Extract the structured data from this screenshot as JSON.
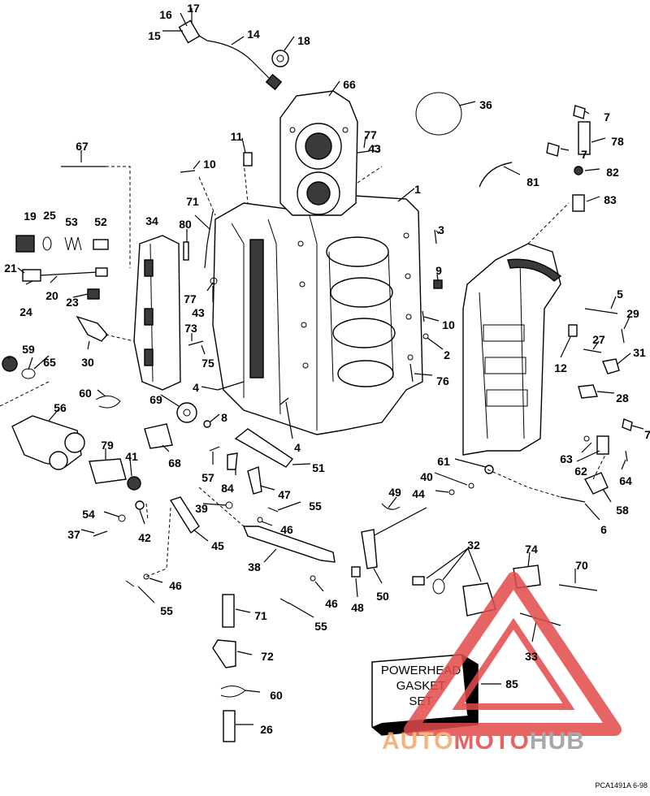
{
  "box": {
    "line1": "POWERHEAD",
    "line2": "GASKET",
    "line3": "SET",
    "ref": "85"
  },
  "watermark": {
    "part1": "AUTO",
    "part2": "MOTO",
    "part3": "HUB",
    "color_orange": "#f2a96a",
    "color_red": "#e24a4a",
    "color_gray": "#9a9a9a"
  },
  "footer_code": "PCA1491A 6-98",
  "callouts": [
    {
      "id": "c1",
      "text": "1"
    },
    {
      "id": "c2",
      "text": "2"
    },
    {
      "id": "c3",
      "text": "3"
    },
    {
      "id": "c4a",
      "text": "4"
    },
    {
      "id": "c4b",
      "text": "4"
    },
    {
      "id": "c5",
      "text": "5"
    },
    {
      "id": "c6",
      "text": "6"
    },
    {
      "id": "c7a",
      "text": "7"
    },
    {
      "id": "c7b",
      "text": "7"
    },
    {
      "id": "c7c",
      "text": "7"
    },
    {
      "id": "c8",
      "text": "8"
    },
    {
      "id": "c9",
      "text": "9"
    },
    {
      "id": "c10a",
      "text": "10"
    },
    {
      "id": "c10b",
      "text": "10"
    },
    {
      "id": "c11",
      "text": "11"
    },
    {
      "id": "c12",
      "text": "12"
    },
    {
      "id": "c14",
      "text": "14"
    },
    {
      "id": "c15",
      "text": "15"
    },
    {
      "id": "c16",
      "text": "16"
    },
    {
      "id": "c17",
      "text": "17"
    },
    {
      "id": "c18",
      "text": "18"
    },
    {
      "id": "c19",
      "text": "19"
    },
    {
      "id": "c20",
      "text": "20"
    },
    {
      "id": "c21",
      "text": "21"
    },
    {
      "id": "c23",
      "text": "23"
    },
    {
      "id": "c24",
      "text": "24"
    },
    {
      "id": "c25",
      "text": "25"
    },
    {
      "id": "c26",
      "text": "26"
    },
    {
      "id": "c27",
      "text": "27"
    },
    {
      "id": "c28",
      "text": "28"
    },
    {
      "id": "c29",
      "text": "29"
    },
    {
      "id": "c30",
      "text": "30"
    },
    {
      "id": "c31",
      "text": "31"
    },
    {
      "id": "c32",
      "text": "32"
    },
    {
      "id": "c33",
      "text": "33"
    },
    {
      "id": "c34",
      "text": "34"
    },
    {
      "id": "c36",
      "text": "36"
    },
    {
      "id": "c37",
      "text": "37"
    },
    {
      "id": "c38",
      "text": "38"
    },
    {
      "id": "c39",
      "text": "39"
    },
    {
      "id": "c40",
      "text": "40"
    },
    {
      "id": "c41",
      "text": "41"
    },
    {
      "id": "c42",
      "text": "42"
    },
    {
      "id": "c43a",
      "text": "43"
    },
    {
      "id": "c43b",
      "text": "43"
    },
    {
      "id": "c44",
      "text": "44"
    },
    {
      "id": "c45",
      "text": "45"
    },
    {
      "id": "c46a",
      "text": "46"
    },
    {
      "id": "c46b",
      "text": "46"
    },
    {
      "id": "c46c",
      "text": "46"
    },
    {
      "id": "c47",
      "text": "47"
    },
    {
      "id": "c48",
      "text": "48"
    },
    {
      "id": "c49",
      "text": "49"
    },
    {
      "id": "c50",
      "text": "50"
    },
    {
      "id": "c51",
      "text": "51"
    },
    {
      "id": "c52",
      "text": "52"
    },
    {
      "id": "c53",
      "text": "53"
    },
    {
      "id": "c54",
      "text": "54"
    },
    {
      "id": "c55a",
      "text": "55"
    },
    {
      "id": "c55b",
      "text": "55"
    },
    {
      "id": "c55c",
      "text": "55"
    },
    {
      "id": "c56",
      "text": "56"
    },
    {
      "id": "c57",
      "text": "57"
    },
    {
      "id": "c58",
      "text": "58"
    },
    {
      "id": "c59",
      "text": "59"
    },
    {
      "id": "c60a",
      "text": "60"
    },
    {
      "id": "c60b",
      "text": "60"
    },
    {
      "id": "c61",
      "text": "61"
    },
    {
      "id": "c62",
      "text": "62"
    },
    {
      "id": "c63",
      "text": "63"
    },
    {
      "id": "c64",
      "text": "64"
    },
    {
      "id": "c65",
      "text": "65"
    },
    {
      "id": "c66",
      "text": "66"
    },
    {
      "id": "c67",
      "text": "67"
    },
    {
      "id": "c68",
      "text": "68"
    },
    {
      "id": "c69",
      "text": "69"
    },
    {
      "id": "c70",
      "text": "70"
    },
    {
      "id": "c71a",
      "text": "71"
    },
    {
      "id": "c71b",
      "text": "71"
    },
    {
      "id": "c72",
      "text": "72"
    },
    {
      "id": "c73",
      "text": "73"
    },
    {
      "id": "c74",
      "text": "74"
    },
    {
      "id": "c75",
      "text": "75"
    },
    {
      "id": "c76",
      "text": "76"
    },
    {
      "id": "c77a",
      "text": "77"
    },
    {
      "id": "c77b",
      "text": "77"
    },
    {
      "id": "c78",
      "text": "78"
    },
    {
      "id": "c79",
      "text": "79"
    },
    {
      "id": "c80",
      "text": "80"
    },
    {
      "id": "c81",
      "text": "81"
    },
    {
      "id": "c82",
      "text": "82"
    },
    {
      "id": "c83",
      "text": "83"
    },
    {
      "id": "c84",
      "text": "84"
    }
  ]
}
